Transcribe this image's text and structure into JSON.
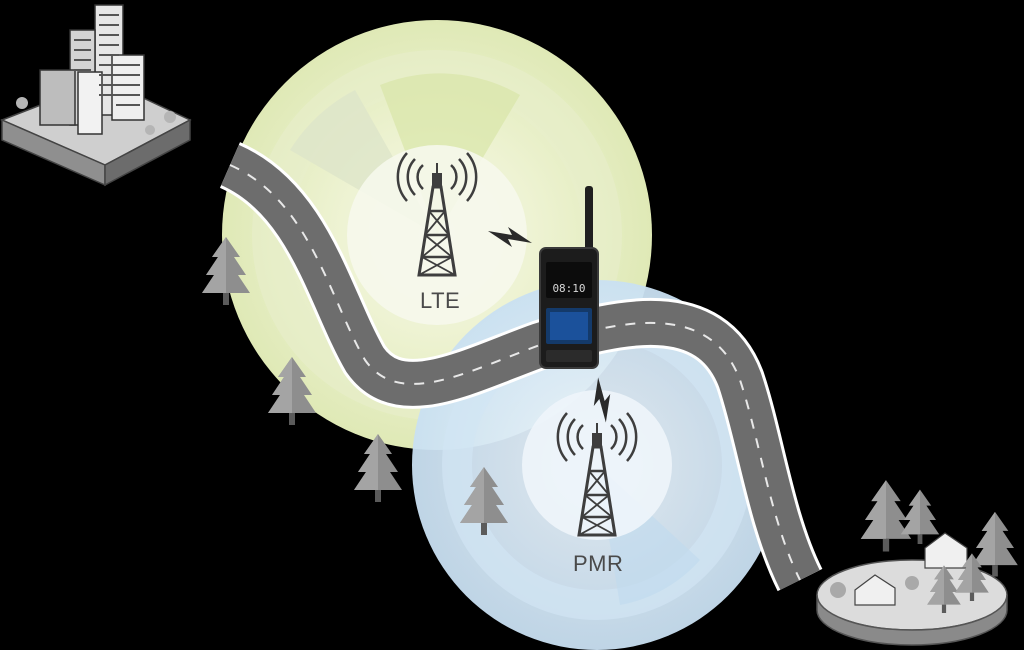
{
  "labels": {
    "lte": "LTE",
    "pmr": "PMR"
  },
  "device": {
    "screen_text": "08:10"
  },
  "colors": {
    "background": "#000000",
    "lte_zone": "#e4eec0",
    "pmr_zone": "#d6e8f5",
    "road": "#6d6d6d",
    "road_edge": "#ffffff",
    "tower": "#444444",
    "tree": "#8c8c8c"
  },
  "icons": [
    "city-buildings-icon",
    "village-houses-icon",
    "radio-tower-icon",
    "pine-tree-icon",
    "lightning-signal-icon",
    "handheld-radio-icon"
  ]
}
